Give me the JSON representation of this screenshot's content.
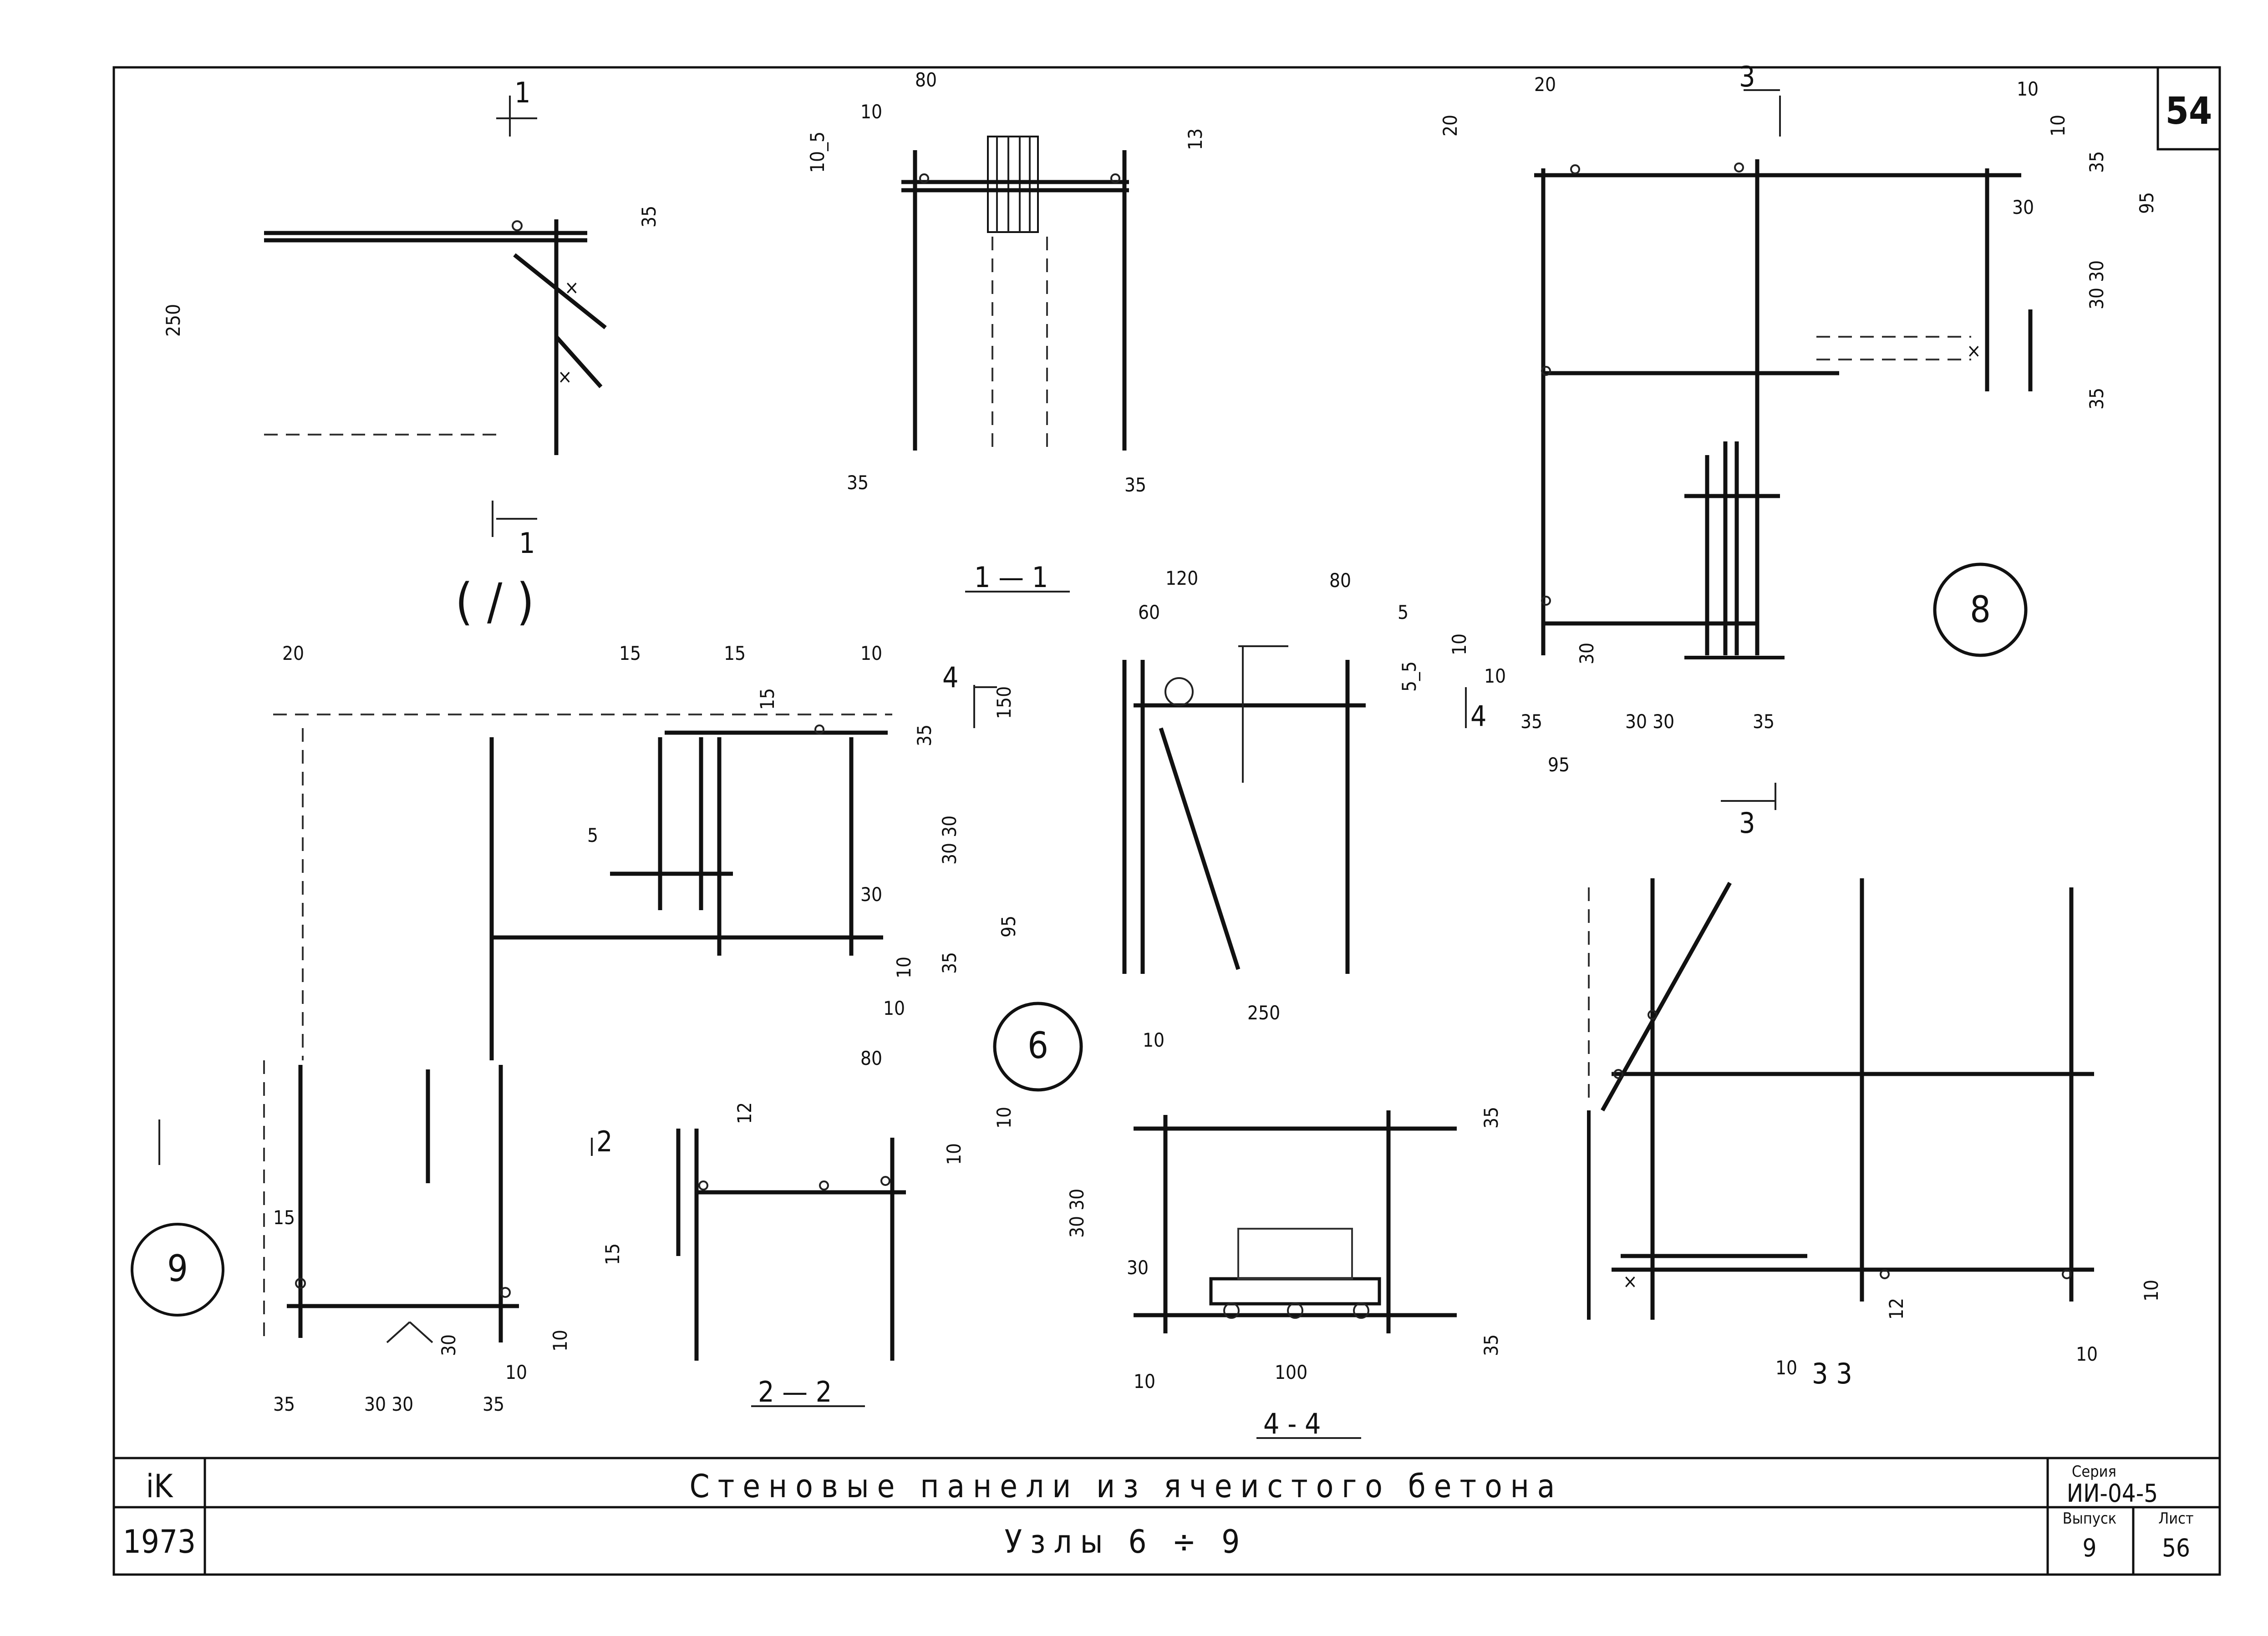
{
  "sheet": {
    "page_number": "54",
    "year": "1973",
    "code": "iK",
    "title": "Стеновые панели из ячеистого бетона",
    "subtitle": "Узлы 6 ÷ 9",
    "series_label": "Серия",
    "series_value": "ИИ-04-5",
    "issue_label": "Выпуск",
    "issue_value": "9",
    "sheet_label": "Лист",
    "sheet_value": "56"
  },
  "labels": {
    "node_6": "6",
    "node_8": "8",
    "node_9": "9",
    "node_7": "( / )",
    "section_1_1": "1 — 1",
    "section_2_2": "2 — 2",
    "section_3_3": "3 3",
    "section_4_4": "4 - 4",
    "mark_1_top": "1",
    "mark_1_bottom": "1",
    "mark_2": "2",
    "mark_3_top": "3",
    "mark_3_bottom": "3",
    "mark_4_left": "4",
    "mark_4_right": "4"
  },
  "dims": {
    "d80_top": "80",
    "d10_top": "10",
    "d10_5": "10_5",
    "d13": "13",
    "d35_a": "35",
    "d35_b": "35",
    "d35_c": "35",
    "d250_a": "250",
    "d120": "120",
    "d80_b": "80",
    "d60": "60",
    "d5_a": "5",
    "d5_5": "5_5",
    "d10_a": "10",
    "d10_b": "10",
    "d150": "150",
    "d15_a": "15",
    "d15_b": "15",
    "d15_c": "15",
    "d20_a": "20",
    "d10_c": "10",
    "d35_d": "35",
    "d30_30_a": "30 30",
    "d30_a": "30",
    "d95_a": "95",
    "d35_e": "35",
    "d10_d": "10",
    "d80_c": "80",
    "d10_e": "10",
    "d250_b": "250",
    "d10_f": "10",
    "d5_b": "5",
    "d10_g": "10",
    "d35_f": "35",
    "d30_30_b": "30 30",
    "d30_b": "30",
    "d100": "100",
    "d10_h": "10",
    "d35_g": "35",
    "d12_a": "12",
    "d10_i": "10",
    "d15_d": "15",
    "d15_e": "15",
    "d35_h": "35",
    "d30_30_c": "30 30",
    "d35_i": "35",
    "d30_c": "30",
    "d10_j": "10",
    "d10_k": "10",
    "d20_b": "20",
    "d20_c": "20",
    "d10_l": "10",
    "d10_m": "10",
    "d35_j": "35",
    "d30_d": "30",
    "d30_30_d": "30 30",
    "d35_k": "35",
    "d95_b": "95",
    "d30_e": "30",
    "d35_l": "35",
    "d30_30_e": "30 30",
    "d35_m": "35",
    "d95_c": "95",
    "d12_b": "12",
    "d10_n": "10",
    "d10_o": "10",
    "d10_p": "10"
  }
}
